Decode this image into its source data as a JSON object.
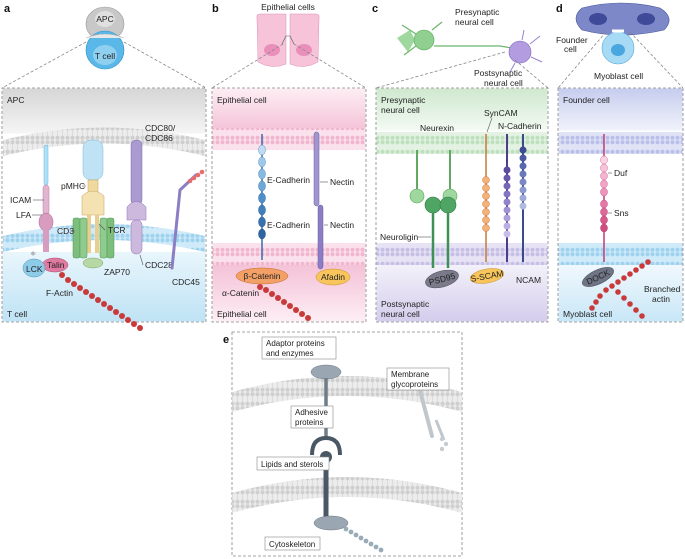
{
  "panels": {
    "a": {
      "letter": "a",
      "top_cell_upper": "APC",
      "top_cell_lower": "T cell",
      "region_top": "APC",
      "region_bottom": "T cell",
      "labels": {
        "icam": "ICAM",
        "lfa": "LFA",
        "pmhc": "pMHC",
        "cd3": "CD3",
        "tcr": "TCR",
        "cdc80": "CDC80/",
        "cdc86": "CDC86",
        "cdc28": "CDC28",
        "cdc45": "CDC45",
        "talin": "Talin",
        "lck": "LCK",
        "factin": "F-Actin",
        "zap70": "ZAP70"
      }
    },
    "b": {
      "letter": "b",
      "top_cell": "Epithelial cells",
      "region_top": "Epithelial cell",
      "region_bottom": "Epithelial cell",
      "labels": {
        "ecad1": "E-Cadherin",
        "ecad2": "E-Cadherin",
        "nectin1": "Nectin",
        "nectin2": "Nectin",
        "bcat": "β-Catenin",
        "acat": "α-Catenin",
        "afadin": "Afadin"
      }
    },
    "c": {
      "letter": "c",
      "top_pre_1": "Presynaptic",
      "top_pre_2": "neural cell",
      "top_post_1": "Postsynaptic",
      "top_post_2": "neural cell",
      "region_top_1": "Presynaptic",
      "region_top_2": "neural cell",
      "region_bottom_1": "Postsynaptic",
      "region_bottom_2": "neural cell",
      "labels": {
        "neurexin": "Neurexin",
        "syncam": "SynCAM",
        "ncadherin": "N-Cadherin",
        "neuroligin": "Neuroligin",
        "psd95": "PSD95",
        "sscam": "S-SCAM",
        "ncam": "NCAM"
      }
    },
    "d": {
      "letter": "d",
      "top_founder_1": "Founder",
      "top_founder_2": "cell",
      "top_myoblast": "Myoblast cell",
      "region_top": "Founder cell",
      "region_bottom": "Myoblast cell",
      "labels": {
        "duf": "Duf",
        "sns": "Sns",
        "dock": "DOCK",
        "branched_1": "Branched",
        "branched_2": "actin"
      }
    },
    "e": {
      "letter": "e",
      "labels": {
        "adaptor_1": "Adaptor proteins",
        "adaptor_2": "and enzymes",
        "membrane_1": "Membrane",
        "membrane_2": "glycoproteins",
        "adhesive_1": "Adhesive",
        "adhesive_2": "proteins",
        "lipids": "Lipids and sterols",
        "cytoskeleton": "Cytoskeleton"
      }
    }
  },
  "colors": {
    "membrane": "#d9d9d9",
    "tcell_blue": "#bfe3f5",
    "epithelial_pink": "#f6cfe0",
    "neural_green": "#d9eed9",
    "neural_purple": "#ddd8ef",
    "founder_blue": "#d3d8f0",
    "actin_red": "#c93a3a"
  }
}
